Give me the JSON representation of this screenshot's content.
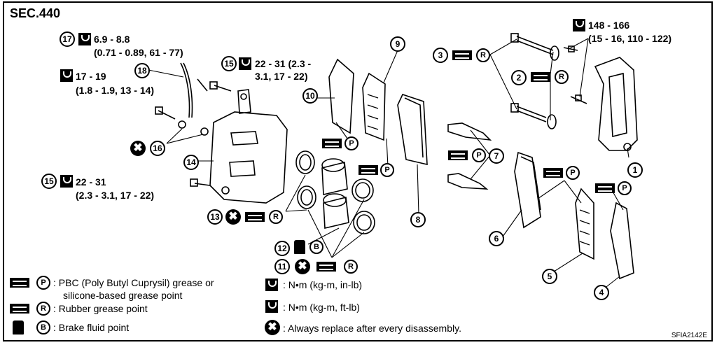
{
  "section": "SEC.440",
  "code": "SFIA2142E",
  "callouts": {
    "n17_torque_a": "6.9 - 8.8",
    "n17_torque_b": "(0.71 - 0.89, 61 - 77)",
    "n18_torque_a": "17 - 19",
    "n18_torque_b": "(1.8 - 1.9, 13 - 14)",
    "n15_top_a": "22 - 31 (2.3 -",
    "n15_top_b": "3.1, 17 - 22)",
    "n15_bottom_a": "22 - 31",
    "n15_bottom_b": "(2.3 - 3.1, 17 - 22)",
    "top_right_a": "148 - 166",
    "top_right_b": "(15 - 16, 110 - 122)"
  },
  "part_numbers": [
    "1",
    "2",
    "3",
    "4",
    "5",
    "6",
    "7",
    "8",
    "9",
    "10",
    "11",
    "12",
    "13",
    "14",
    "15",
    "16",
    "17",
    "18"
  ],
  "legend": {
    "p_text_a": ": PBC (Poly Butyl Cuprysil) grease or",
    "p_text_b": "silicone-based grease point",
    "r_text": ": Rubber grease point",
    "b_text": ": Brake fluid point",
    "nm_in_text": ": N•m (kg-m, in-lb)",
    "nm_ft_text": ": N•m (kg-m, ft-lb)",
    "replace_text": ": Always replace after every disassembly."
  },
  "symbols": {
    "p": "P",
    "r": "R",
    "b": "B",
    "x": "✖"
  }
}
